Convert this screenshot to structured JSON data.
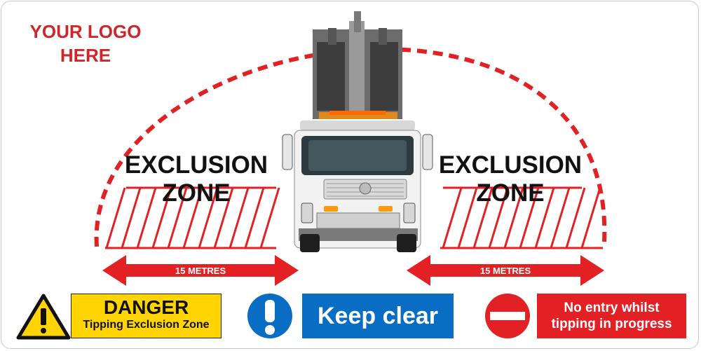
{
  "logo": {
    "line1": "YOUR LOGO",
    "line2": "HERE"
  },
  "zones": {
    "left": {
      "line1": "EXCLUSION",
      "line2": "ZONE",
      "distance": "15 METRES"
    },
    "right": {
      "line1": "EXCLUSION",
      "line2": "ZONE",
      "distance": "15 METRES"
    }
  },
  "signs": {
    "danger": {
      "title": "DANGER",
      "subtitle": "Tipping Exclusion Zone",
      "icon": "warning-triangle-icon"
    },
    "mandatory": {
      "text": "Keep clear",
      "icon": "exclamation-circle-icon"
    },
    "prohibition": {
      "line1": "No entry whilst",
      "line2": "tipping in progress",
      "icon": "no-entry-icon"
    }
  },
  "colors": {
    "red": "#e32024",
    "blue": "#0a6dc4",
    "yellow": "#ffd400",
    "logo_red": "#d0262a"
  }
}
